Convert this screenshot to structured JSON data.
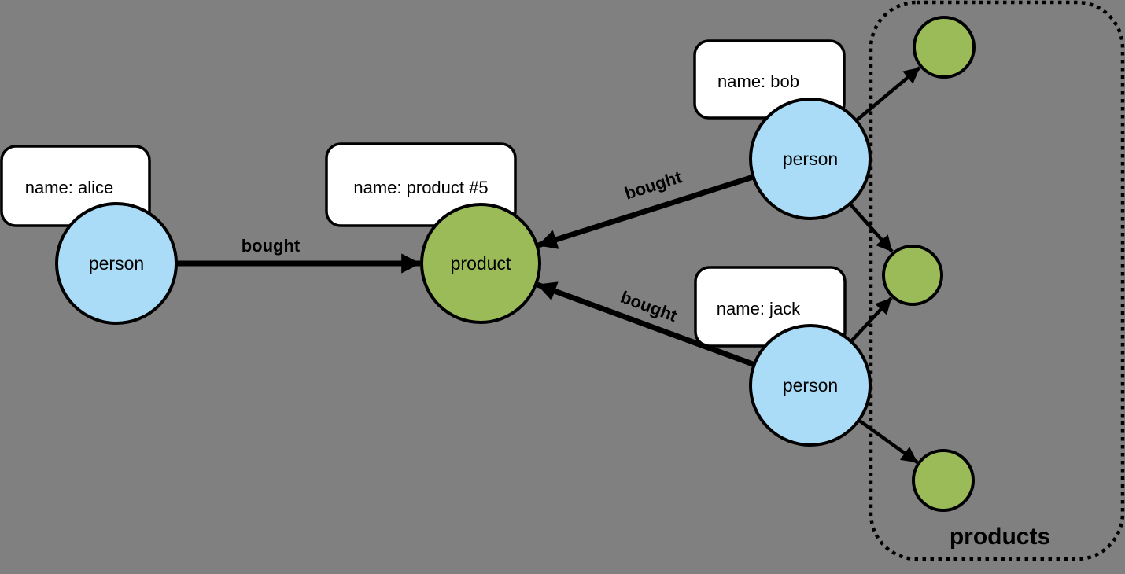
{
  "colors": {
    "background": "#808080",
    "person_fill": "#aadcf7",
    "product_fill": "#9bbb59",
    "box_fill": "#ffffff",
    "line": "#000000"
  },
  "nodes": {
    "alice": {
      "label": "person",
      "property": "name: alice"
    },
    "bob": {
      "label": "person",
      "property": "name: bob"
    },
    "jack": {
      "label": "person",
      "property": "name: jack"
    },
    "product": {
      "label": "product",
      "property": "name: product #5"
    }
  },
  "edges": {
    "alice_to_product": {
      "label": "bought"
    },
    "bob_to_product": {
      "label": "bought"
    },
    "jack_to_product": {
      "label": "bought"
    }
  },
  "groups": {
    "products": {
      "label": "products"
    }
  }
}
